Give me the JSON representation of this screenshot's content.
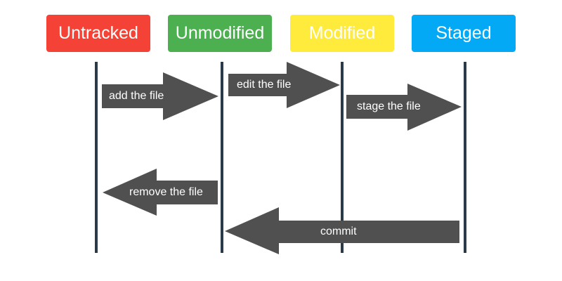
{
  "states": [
    {
      "label": "Untracked",
      "color": "#f44336"
    },
    {
      "label": "Unmodified",
      "color": "#4caf50"
    },
    {
      "label": "Modified",
      "color": "#ffeb3b"
    },
    {
      "label": "Staged",
      "color": "#03a9f4"
    }
  ],
  "transitions": [
    {
      "label": "add the file",
      "from": "Untracked",
      "to": "Unmodified"
    },
    {
      "label": "edit the file",
      "from": "Unmodified",
      "to": "Modified"
    },
    {
      "label": "stage the file",
      "from": "Modified",
      "to": "Staged"
    },
    {
      "label": "remove the file",
      "from": "Unmodified",
      "to": "Untracked"
    },
    {
      "label": "commit",
      "from": "Staged",
      "to": "Unmodified"
    }
  ],
  "colors": {
    "arrow_fill": "#505050",
    "lifeline": "#2b3a48",
    "label_text": "#ffffff"
  }
}
